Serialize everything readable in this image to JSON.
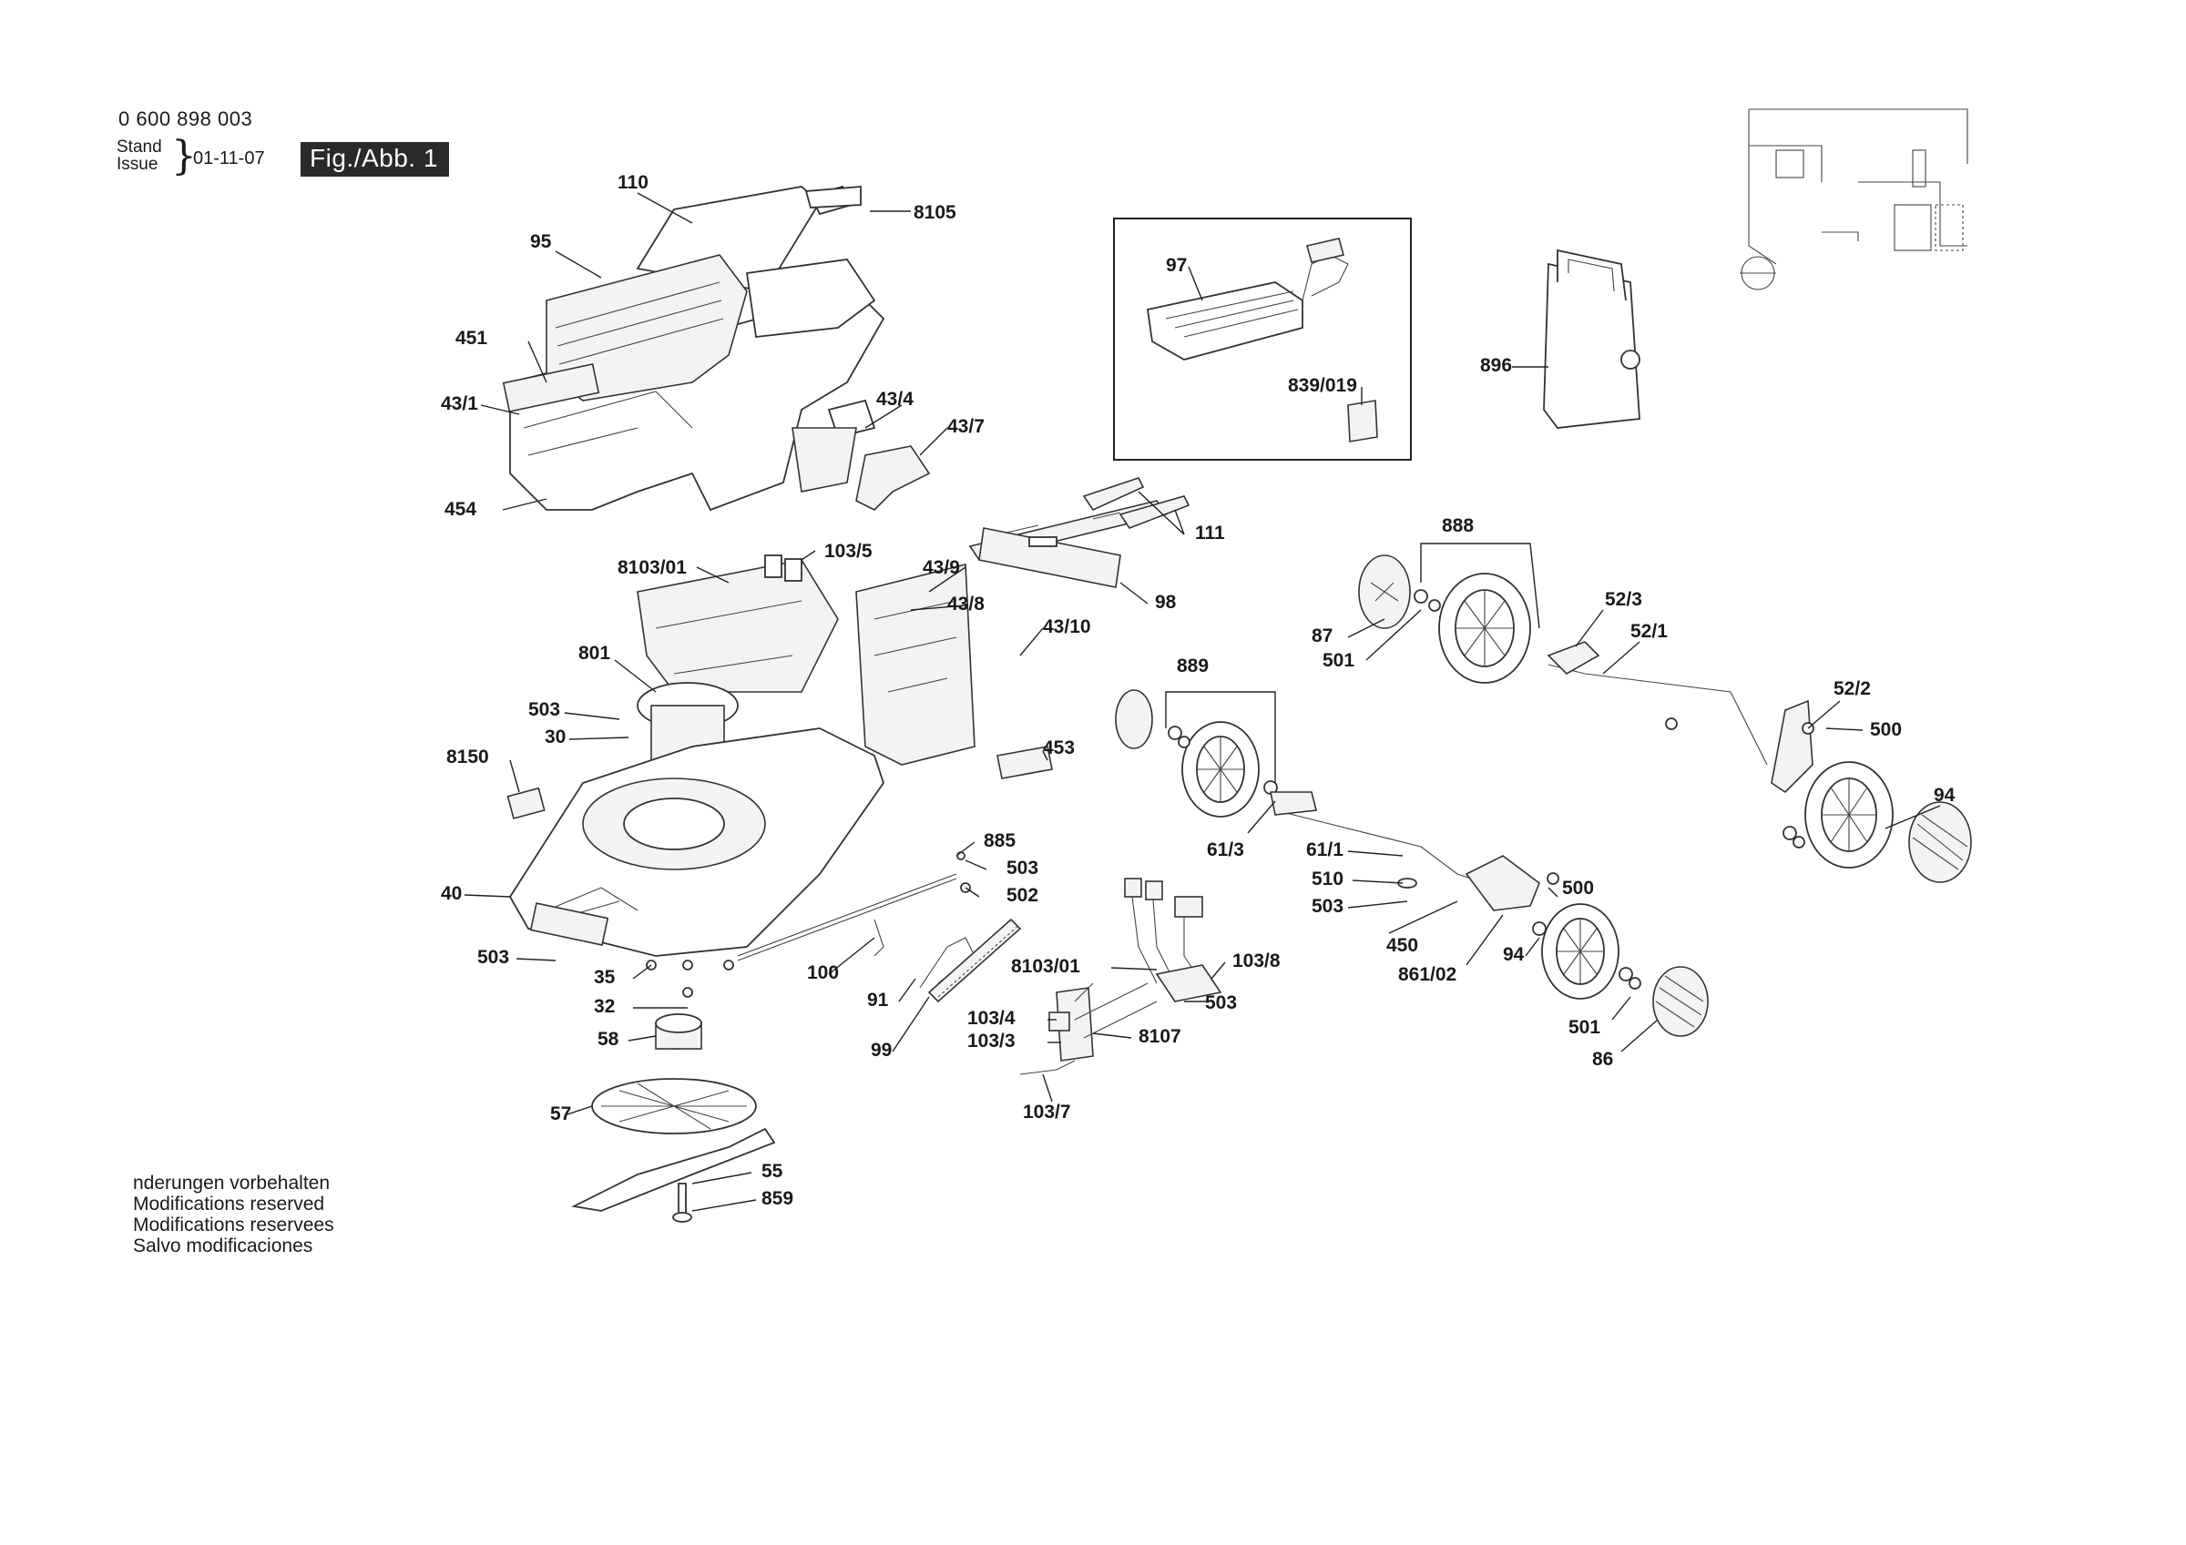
{
  "header": {
    "doc_number": "0 600 898 003",
    "stand_label": "Stand",
    "issue_label": "Issue",
    "brace": "}",
    "date": "01-11-07",
    "figure_badge": "Fig./Abb. 1"
  },
  "notes": [
    "nderungen vorbehalten",
    "Modifications reserved",
    "Modifications reservees",
    "Salvo modificaciones"
  ],
  "part_labels": [
    "110",
    "8105",
    "95",
    "451",
    "43/1",
    "43/4",
    "43/7",
    "454",
    "103/5",
    "8103/01",
    "43/9",
    "43/8",
    "43/10",
    "801",
    "503",
    "30",
    "8150",
    "453",
    "40",
    "885",
    "503",
    "502",
    "503",
    "35",
    "32",
    "100",
    "91",
    "58",
    "99",
    "57",
    "55",
    "859",
    "97",
    "839/019",
    "896",
    "111",
    "98",
    "888",
    "87",
    "501",
    "52/3",
    "52/1",
    "889",
    "52/2",
    "500",
    "94",
    "61/3",
    "61/1",
    "510",
    "503",
    "500",
    "450",
    "861/02",
    "94",
    "8103/01",
    "103/8",
    "503",
    "103/4",
    "103/3",
    "8107",
    "103/7",
    "501",
    "86"
  ]
}
